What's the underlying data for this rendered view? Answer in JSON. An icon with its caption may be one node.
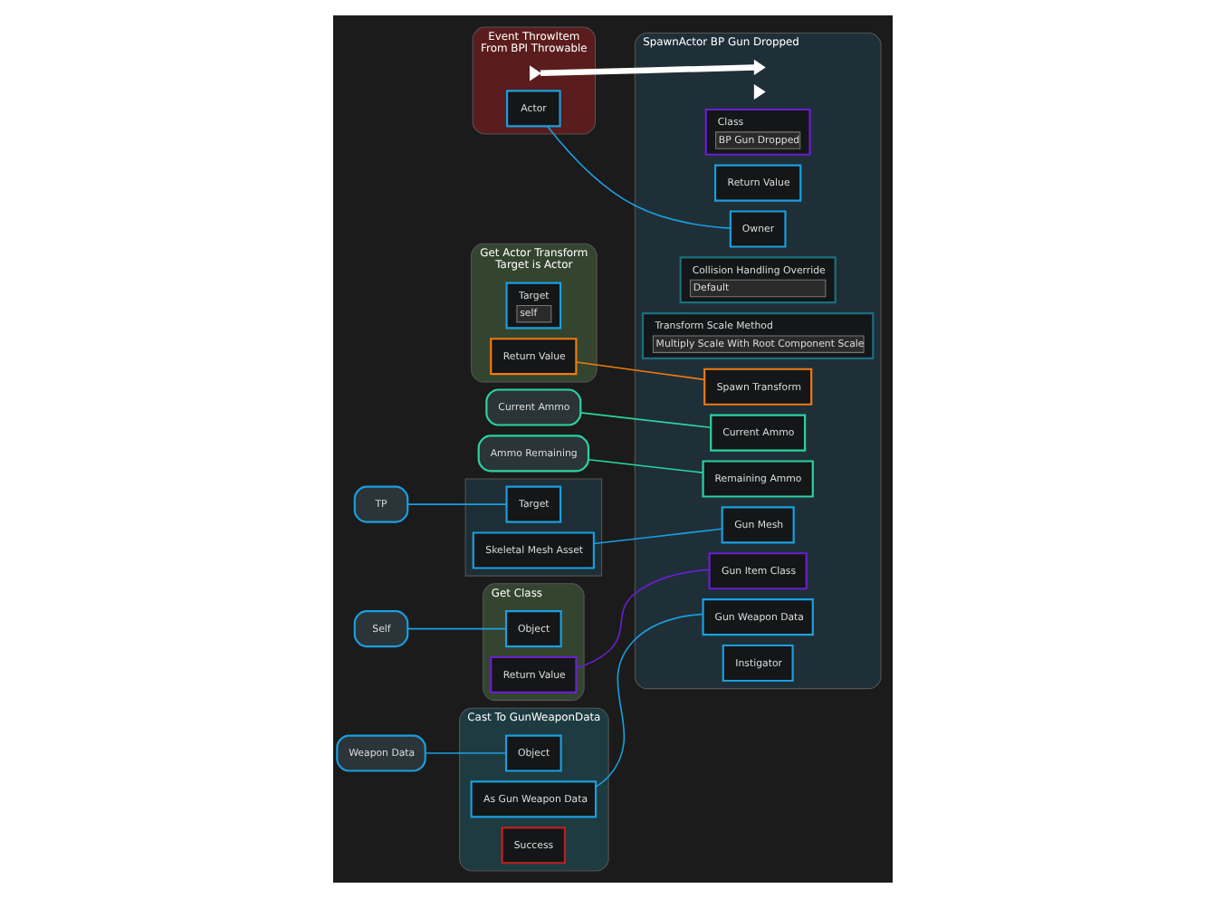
{
  "diagram": {
    "nodes": [
      {
        "text": [
          "Event ThrowItem",
          "From BPI Throwable"
        ]
      },
      {
        "text": [],
        "shape": "triangle",
        "in": 0
      },
      {
        "text": [
          "Actor"
        ],
        "in": 0
      },
      {
        "text": [
          "Get Actor Transform",
          "Target is Actor"
        ]
      },
      {
        "text": [
          "Target",
          "self"
        ],
        "in": 3
      },
      {
        "text": [
          "Return Value"
        ],
        "in": 3
      },
      {
        "text": [
          "SpawnActor BP Gun Dropped"
        ]
      },
      {
        "text": [],
        "shape": "triangle",
        "in": 6
      },
      {
        "text": [],
        "shape": "triangle",
        "in": 6
      },
      {
        "text": [
          "Class",
          "BP Gun Dropped"
        ],
        "in": 6
      },
      {
        "text": [
          "Return Value"
        ],
        "in": 6
      },
      {
        "text": [
          "Spawn Transform"
        ],
        "in": 6
      },
      {
        "text": [
          "Collision Handling Override",
          "Default"
        ],
        "in": 6
      },
      {
        "text": [
          "Transform Scale Method",
          "Multiply Scale With Root Component Scale"
        ],
        "in": 6
      },
      {
        "text": [
          "Owner"
        ],
        "in": 6
      },
      {
        "text": [
          "Current Ammo"
        ],
        "in": 6
      },
      {
        "text": [
          "Remaining Ammo"
        ],
        "in": 6
      },
      {
        "text": [
          "Gun Mesh"
        ],
        "in": 6
      },
      {
        "text": [
          "Gun Item Class"
        ],
        "in": 6
      },
      {
        "text": [
          "Gun Weapon Data"
        ],
        "in": 6
      },
      {
        "text": [
          "Instigator"
        ],
        "in": 6
      },
      {
        "text": [
          "Current Ammo"
        ]
      },
      {
        "text": [
          "Ammo Remaining"
        ]
      },
      {
        "text": [
          "TP"
        ]
      },
      {
        "text": [],
        "shape": "box"
      },
      {
        "text": [
          "Target"
        ],
        "in": 24
      },
      {
        "text": [
          "Skeletal Mesh Asset"
        ],
        "in": 24
      },
      {
        "text": [
          "Self"
        ]
      },
      {
        "text": [
          "Get Class"
        ]
      },
      {
        "text": [
          "Object"
        ],
        "in": 28
      },
      {
        "text": [
          "Return Value"
        ],
        "in": 28
      },
      {
        "text": [
          "Weapon Data"
        ]
      },
      {
        "text": [
          "Cast To GunWeaponData"
        ]
      },
      {
        "text": [
          "Object"
        ],
        "in": 32
      },
      {
        "text": [
          "As Gun Weapon Data"
        ],
        "in": 32
      },
      {
        "text": [
          "Success"
        ],
        "in": 32
      }
    ],
    "edges": [
      {
        "from": 1,
        "to": 7,
        "arrow": "none",
        "style": "thick",
        "color": "#ffffff"
      },
      {
        "from": 2,
        "to": 14,
        "arrow": "none"
      },
      {
        "from": 5,
        "to": 11,
        "arrow": "none",
        "color": "#f07a10"
      },
      {
        "from": 21,
        "to": 15,
        "arrow": "none",
        "color": "#2ad4a0"
      },
      {
        "from": 22,
        "to": 16,
        "arrow": "none",
        "color": "#2ad4a0"
      },
      {
        "from": 23,
        "to": 25,
        "arrow": "none"
      },
      {
        "from": 26,
        "to": 17,
        "arrow": "none"
      },
      {
        "from": 27,
        "to": 29,
        "arrow": "none"
      },
      {
        "from": 30,
        "to": 18,
        "arrow": "none",
        "color": "#6a1fd0"
      },
      {
        "from": 31,
        "to": 33,
        "arrow": "none"
      },
      {
        "from": 34,
        "to": 19,
        "arrow": "none"
      }
    ]
  }
}
